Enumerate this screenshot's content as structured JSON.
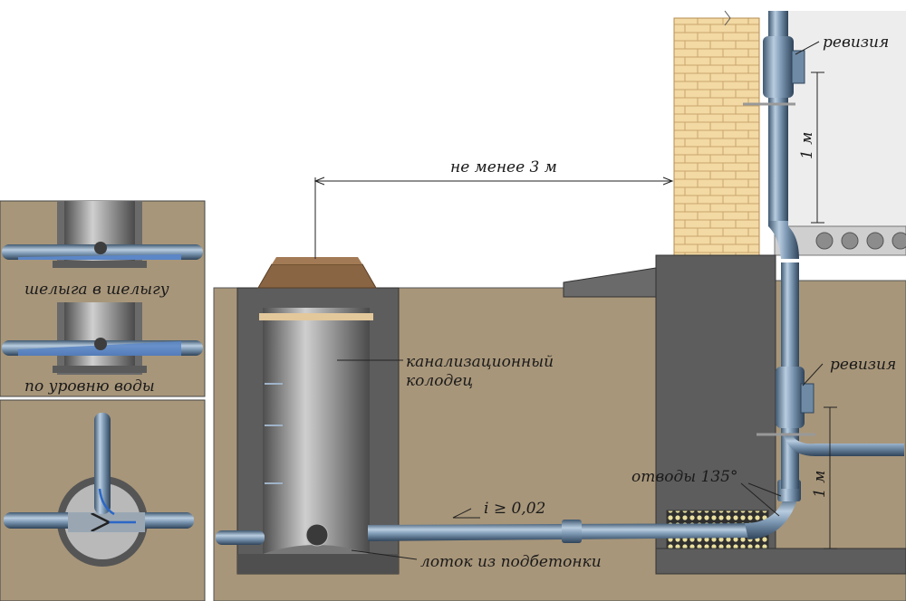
{
  "labels": {
    "revision_top": "ревизия",
    "revision_mid": "ревизия",
    "distance": "не менее 3 м",
    "height_top": "1 м",
    "height_bottom": "1 м",
    "well_line1": "канализационный",
    "well_line2": "колодец",
    "slope": "i ≥ 0,02",
    "tray": "лоток из подбетонки",
    "elbows": "отводы 135°",
    "inset1": "шелыга в шелыгу",
    "inset2": "по уровню воды"
  },
  "colors": {
    "soil": "#a8967a",
    "concrete": "#5d5d5d",
    "pipe": "#6f8aa5",
    "brick": "#f3d9a4",
    "water": "#5b86c7",
    "insulation": "#e8dc9a",
    "lid": "#8a6543"
  }
}
